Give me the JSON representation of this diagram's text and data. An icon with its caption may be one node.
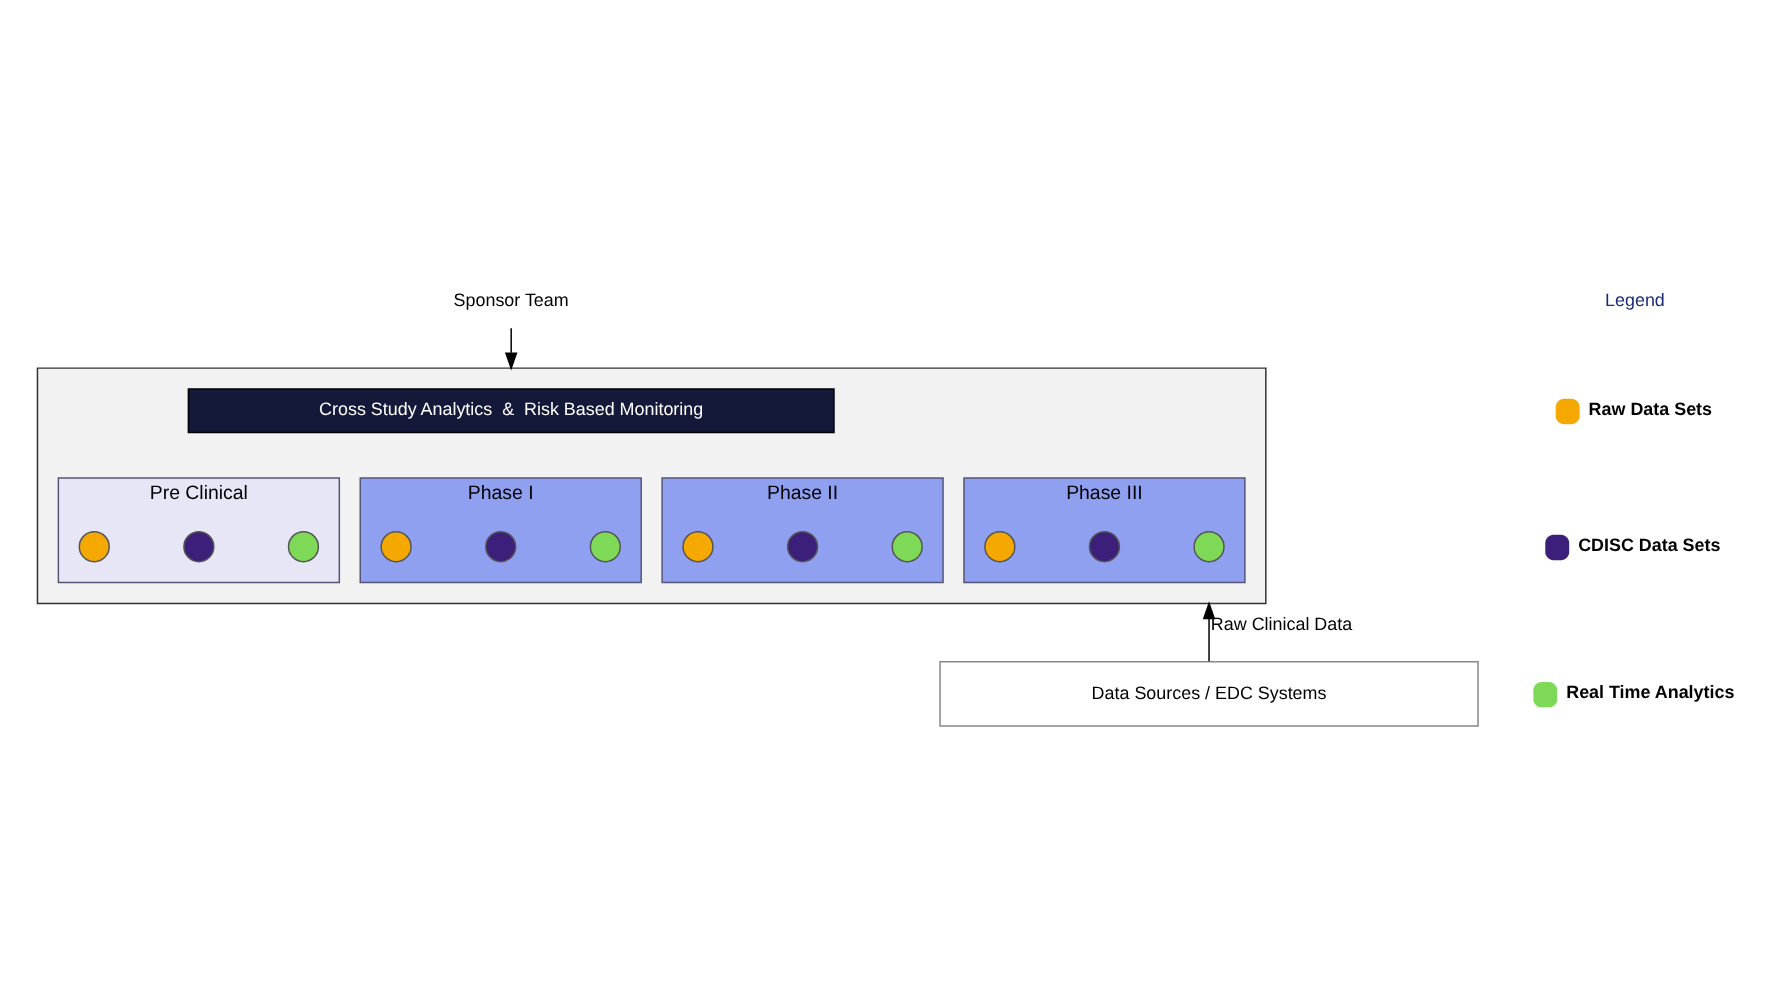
{
  "diagram": {
    "nodes": [
      {
        "text": [
          "Sponsor Team"
        ]
      },
      {
        "text": [],
        "shape": "box"
      },
      {
        "text": [
          "Cross Study Analytics  &  Risk Based Monitoring"
        ],
        "in": 1
      },
      {
        "text": [
          "Pre Clinical"
        ],
        "in": 1
      },
      {
        "text": [],
        "shape": "circle",
        "in": 3
      },
      {
        "text": [],
        "shape": "circle",
        "in": 3
      },
      {
        "text": [],
        "shape": "circle",
        "in": 3
      },
      {
        "text": [
          "Phase I"
        ],
        "in": 1
      },
      {
        "text": [],
        "shape": "circle",
        "in": 7
      },
      {
        "text": [],
        "shape": "circle",
        "in": 7
      },
      {
        "text": [],
        "shape": "circle",
        "in": 7
      },
      {
        "text": [
          "Phase II"
        ],
        "in": 1
      },
      {
        "text": [],
        "shape": "circle",
        "in": 11
      },
      {
        "text": [],
        "shape": "circle",
        "in": 11
      },
      {
        "text": [],
        "shape": "circle",
        "in": 11
      },
      {
        "text": [
          "Phase III"
        ],
        "in": 1
      },
      {
        "text": [],
        "shape": "circle",
        "in": 15
      },
      {
        "text": [],
        "shape": "circle",
        "in": 15
      },
      {
        "text": [],
        "shape": "circle",
        "in": 15
      },
      {
        "text": [
          "Data Sources / EDC Systems"
        ]
      }
    ],
    "edges": [
      {
        "from": 0,
        "to": 1,
        "arrow": "to"
      },
      {
        "from": 19,
        "to": 1,
        "arrow": "to",
        "label": "Raw Clinical Data"
      }
    ],
    "labels": [
      "Legend"
    ],
    "legend": [
      {
        "text": "Raw Data Sets",
        "color": "#f5a800"
      },
      {
        "text": "CDISC Data Sets",
        "color": "#3b1f7a"
      },
      {
        "text": "Real Time Analytics",
        "color": "#7ed957"
      }
    ]
  }
}
